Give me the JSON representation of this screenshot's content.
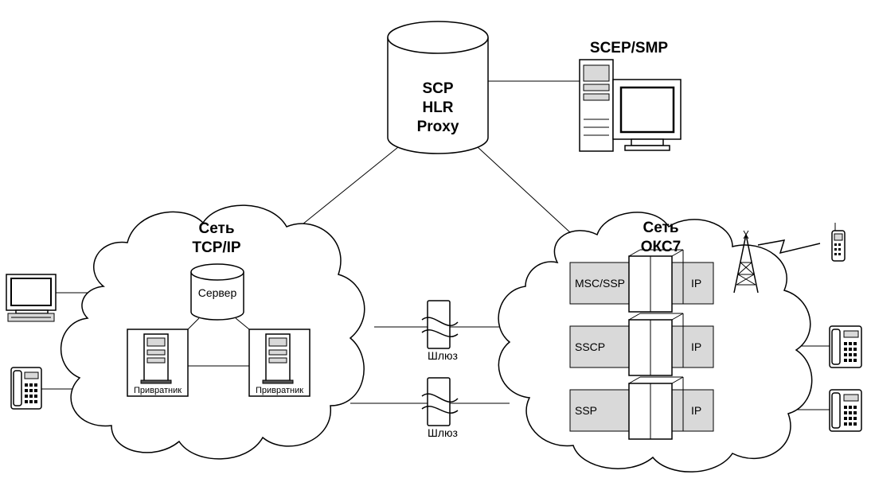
{
  "scp": {
    "line1": "SCP",
    "line2": "HLR",
    "line3": "Proxy"
  },
  "scep": {
    "title": "SCEP/SMP"
  },
  "tcpip": {
    "line1": "Сеть",
    "line2": "TCP/IP",
    "server": "Сервер",
    "gatekeeper_left": "Привратник",
    "gatekeeper_right": "Привратник"
  },
  "oks7": {
    "line1": "Сеть",
    "line2": "ОКС7",
    "nodes": [
      {
        "name": "MSC/SSP",
        "ip": "IP"
      },
      {
        "name": "SSCP",
        "ip": "IP"
      },
      {
        "name": "SSP",
        "ip": "IP"
      }
    ]
  },
  "gateways": {
    "top": "Шлюз",
    "bottom": "Шлюз"
  },
  "colors": {
    "line": "#000000",
    "shade": "#d9d9d9",
    "background": "#ffffff"
  }
}
